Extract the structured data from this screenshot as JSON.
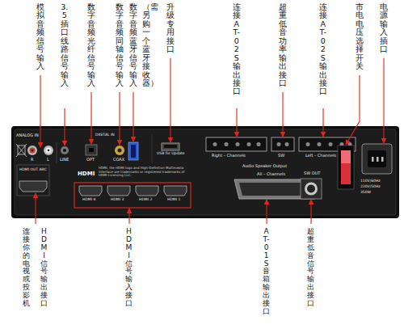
{
  "diagram": {
    "labels": [
      "模拟音频信号输入",
      "3.5插口线路信号输入",
      "数字音频光纤信号输入",
      "数字音频同轴信号输入",
      "数字音频蓝牙信号输入",
      "（需另购一个蓝牙接收器）",
      "升级专用接口",
      "连接AT-02S输出接口",
      "超重低音功率输出接口",
      "连接AT-02S输出接口",
      "市电电压选择开关",
      "电源输入插口",
      "连接你的电视或投影机",
      "HDMI信号输出接口",
      "HDMI信号输入接口",
      "AT-01S音箱输出接口",
      "超重低音信号输出接口",
      "ANALOG IN",
      "R",
      "L",
      "LINE",
      "DIGITAL IN",
      "OPT",
      "COAX",
      "USB for Update",
      "Right – Channels",
      "SW",
      "Left – Channels",
      "Audio Speaker Output",
      "All – Channels",
      "HDMI OUT ARC",
      "HDMI",
      "HDMI, the HDMI logo and High-Definition Multimedia Interface are trademarks or registered trademarks of HDMI Licensing LLC.",
      "HDMI 4",
      "HDMI 3",
      "HDMI 2",
      "HDMI 1",
      "SW OUT",
      "110V/60Hz",
      "220V/50Hz",
      "350W"
    ]
  }
}
